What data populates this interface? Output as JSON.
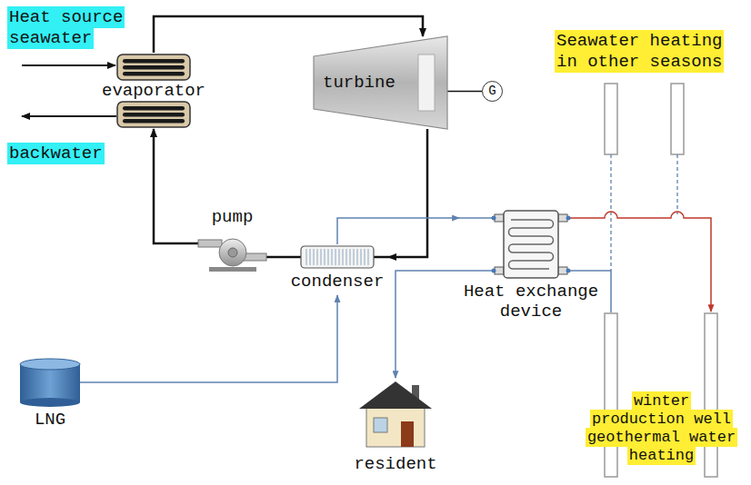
{
  "diagram": {
    "nodes": [
      {
        "text": [
          "evaporator"
        ]
      },
      {
        "text": [
          "turbine"
        ]
      },
      {
        "text": [
          "G"
        ]
      },
      {
        "text": [
          "pump"
        ]
      },
      {
        "text": [
          "condenser"
        ]
      },
      {
        "text": [
          "Heat exchange device"
        ]
      },
      {
        "text": [
          "LNG"
        ]
      },
      {
        "text": [
          "resident"
        ]
      }
    ],
    "edges": [
      {
        "from": 0,
        "to": 1,
        "arrow": "to"
      },
      {
        "from": 1,
        "to": 2,
        "arrow": "none"
      },
      {
        "from": 1,
        "to": 4,
        "arrow": "to"
      },
      {
        "from": 4,
        "to": 3,
        "arrow": "none"
      },
      {
        "from": 3,
        "to": 0,
        "arrow": "to"
      },
      {
        "from": 6,
        "to": 4,
        "arrow": "to"
      },
      {
        "from": 4,
        "to": 5,
        "arrow": "to"
      },
      {
        "from": 5,
        "to": 7,
        "arrow": "to"
      }
    ],
    "labels": [
      "Heat source seawater",
      "backwater",
      "Seawater heating in other seasons",
      "winter production well geothermal water heating"
    ]
  }
}
